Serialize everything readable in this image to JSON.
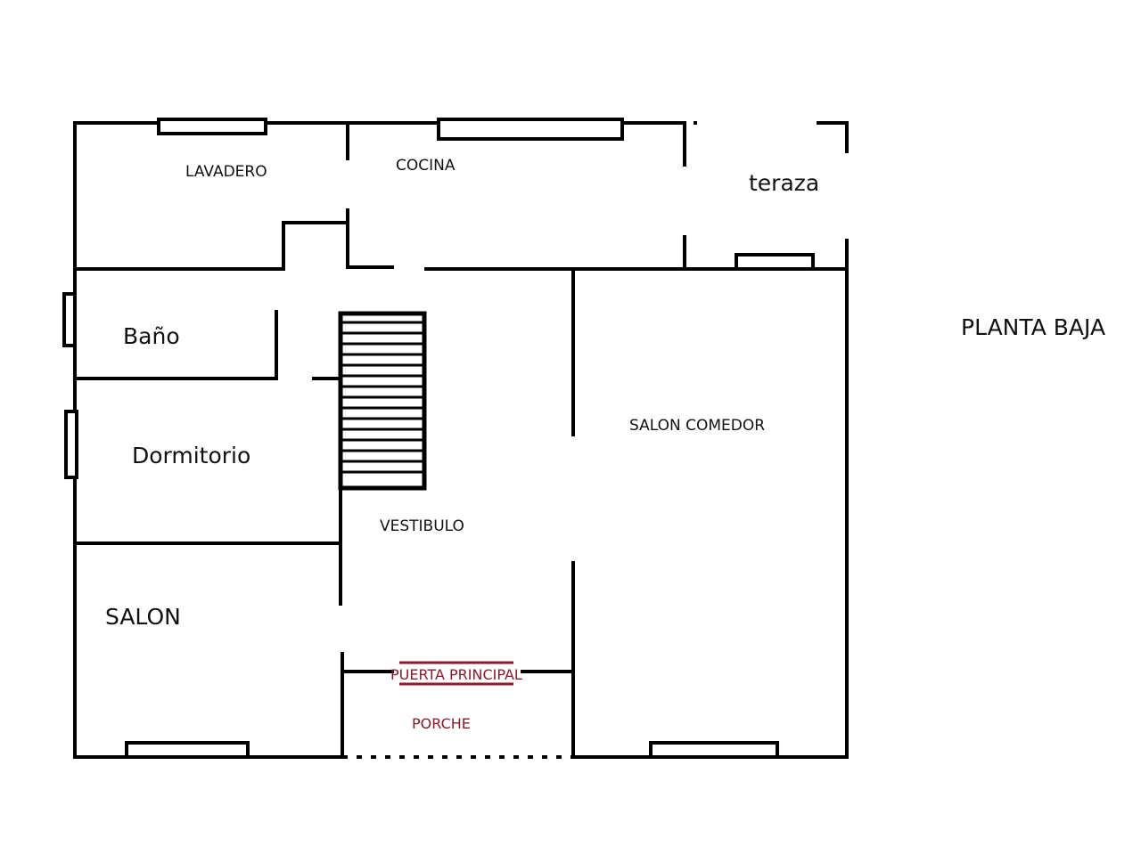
{
  "rooms": {
    "lavadero": "LAVADERO",
    "cocina": "COCINA",
    "terraza": "teraza",
    "bano": "Baño",
    "dormitorio": "Dormitorio",
    "salon": "SALON",
    "vestibulo": "VESTIBULO",
    "salon_comedor": "SALON COMEDOR",
    "porche": "PORCHE"
  },
  "entrance_label": "PUERTA PRINCIPAL",
  "plan_title": "PLANTA BAJA",
  "colors": {
    "wall": "#000000",
    "entrance": "#8b1a2b"
  }
}
